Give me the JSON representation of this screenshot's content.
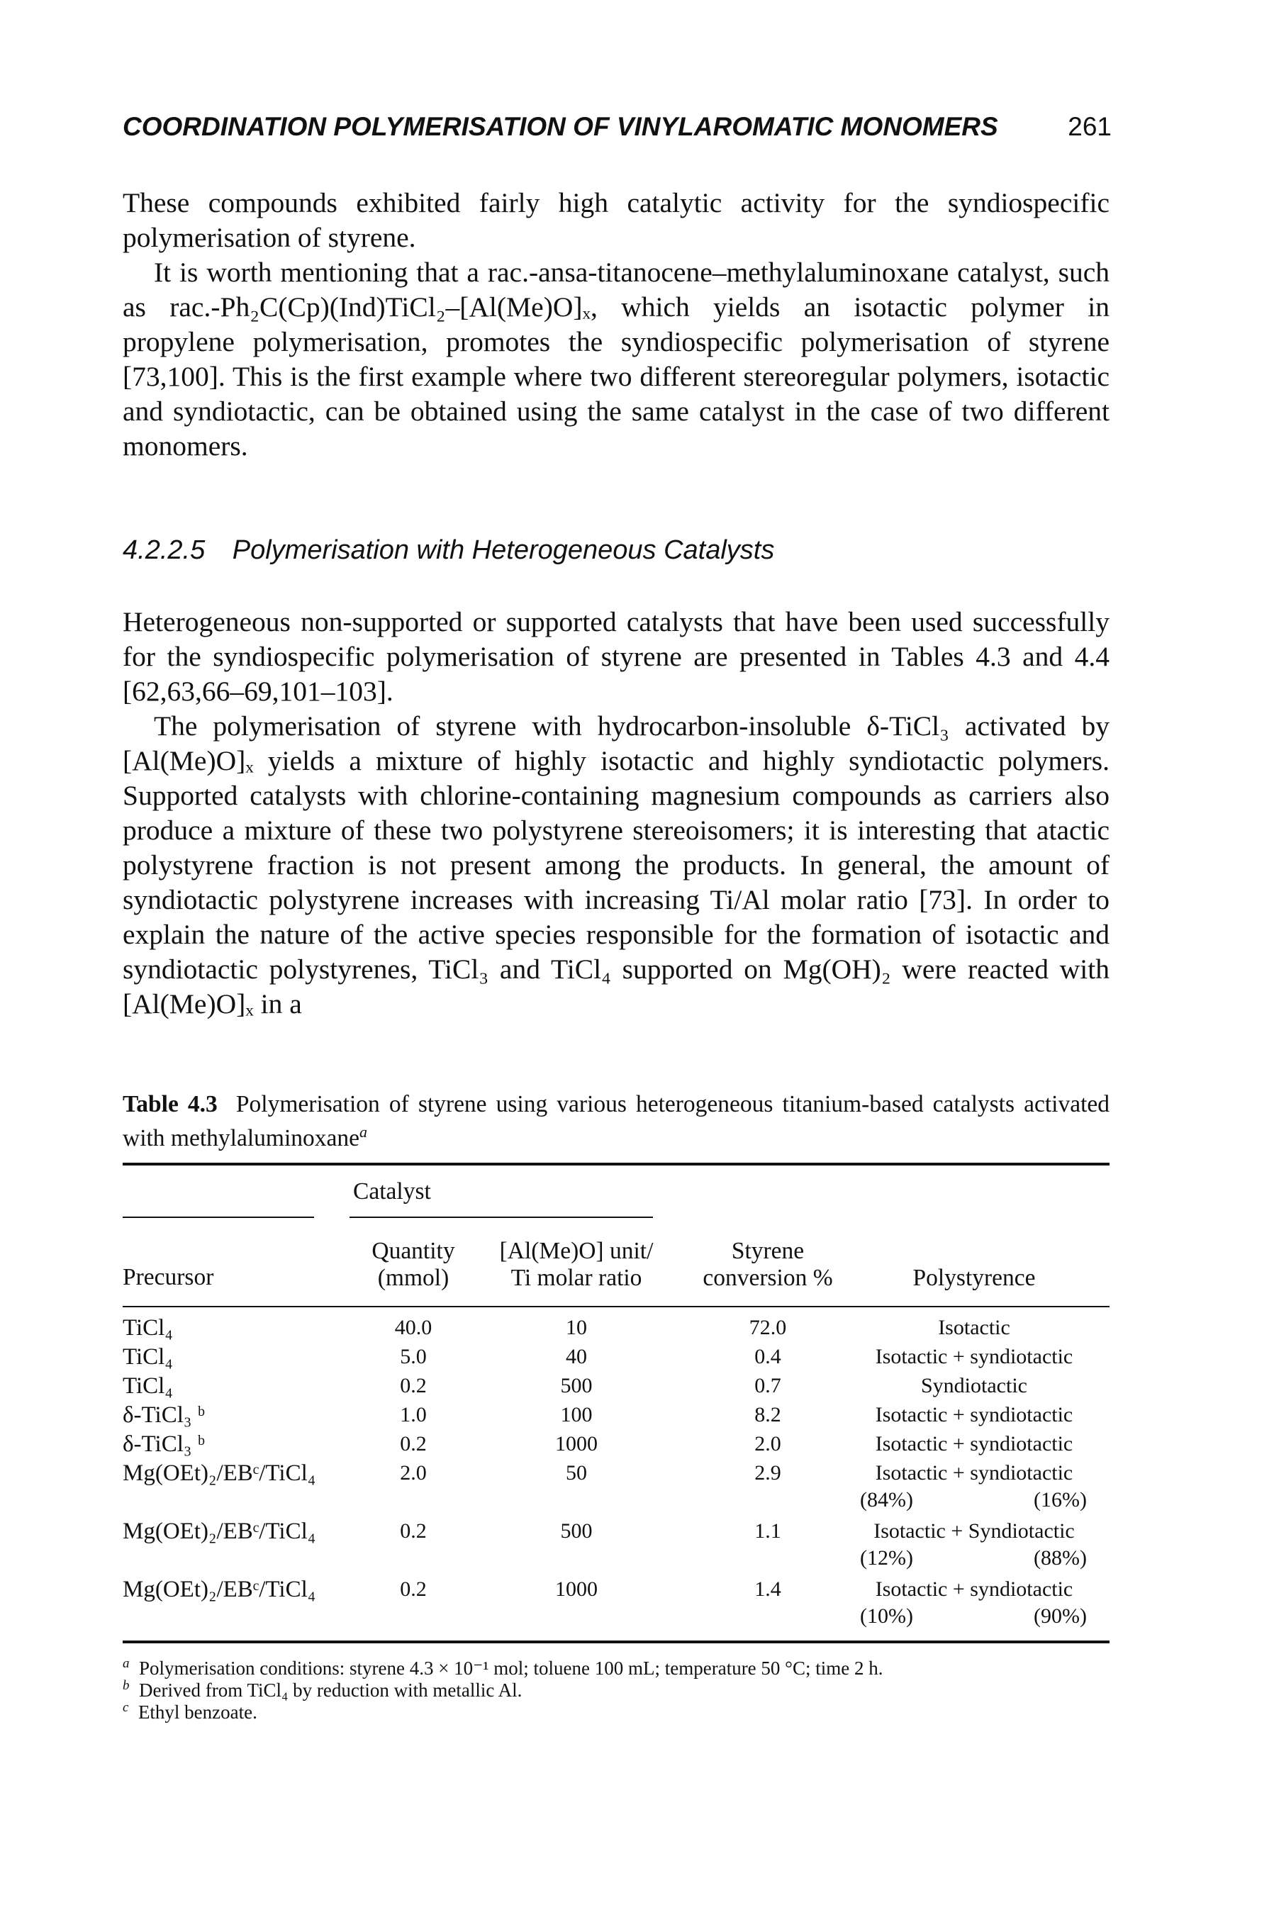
{
  "header": {
    "running_title": "COORDINATION POLYMERISATION OF VINYLAROMATIC MONOMERS",
    "page_number": "261"
  },
  "paragraphs": {
    "p1": "These compounds exhibited fairly high catalytic activity for the syndiospecific polymerisation of styrene.",
    "p2": "It is worth mentioning that a rac.-ansa-titanocene–methylaluminoxane catalyst, such as rac.-Ph₂C(Cp)(Ind)TiCl₂–[Al(Me)O]ₓ, which yields an isotactic polymer in propylene polymerisation, promotes the syndiospecific polymerisation of styrene [73,100]. This is the first example where two different stereoregular polymers, isotactic and syndiotactic, can be obtained using the same catalyst in the case of two different monomers.",
    "p3": "Heterogeneous non-supported or supported catalysts that have been used successfully for the syndiospecific polymerisation of styrene are presented in Tables 4.3 and 4.4 [62,63,66–69,101–103].",
    "p4": "The polymerisation of styrene with hydrocarbon-insoluble δ-TiCl₃ activated by [Al(Me)O]ₓ yields a mixture of highly isotactic and highly syndiotactic polymers. Supported catalysts with chlorine-containing magnesium compounds as carriers also produce a mixture of these two polystyrene stereoisomers; it is interesting that atactic polystyrene fraction is not present among the products. In general, the amount of syndiotactic polystyrene increases with increasing Ti/Al molar ratio [73]. In order to explain the nature of the active species responsible for the formation of isotactic and syndiotactic polystyrenes, TiCl₃ and TiCl₄ supported on Mg(OH)₂ were reacted with [Al(Me)O]ₓ in a"
  },
  "section": {
    "number": "4.2.2.5",
    "title": "Polymerisation with Heterogeneous Catalysts"
  },
  "table": {
    "label": "Table 4.3",
    "caption": "Polymerisation of styrene using various heterogeneous titanium-based catalysts activated with methylaluminoxane",
    "caption_note": "a",
    "group_header": "Catalyst",
    "columns": {
      "precursor": "Precursor",
      "quantity_1": "Quantity",
      "quantity_2": "(mmol)",
      "ratio_1": "[Al(Me)O] unit/",
      "ratio_2": "Ti molar ratio",
      "conv_1": "Styrene",
      "conv_2": "conversion %",
      "poly": "Polystyrence"
    },
    "rows": [
      {
        "precursor": "TiCl₄",
        "quantity": "40.0",
        "ratio": "10",
        "conversion": "72.0",
        "polystyrene": "Isotactic",
        "sub_left": "",
        "sub_right": ""
      },
      {
        "precursor": "TiCl₄",
        "quantity": "5.0",
        "ratio": "40",
        "conversion": "0.4",
        "polystyrene": "Isotactic + syndiotactic",
        "sub_left": "",
        "sub_right": ""
      },
      {
        "precursor": "TiCl₄",
        "quantity": "0.2",
        "ratio": "500",
        "conversion": "0.7",
        "polystyrene": "Syndiotactic",
        "sub_left": "",
        "sub_right": ""
      },
      {
        "precursor": "δ-TiCl₃ ᵇ",
        "quantity": "1.0",
        "ratio": "100",
        "conversion": "8.2",
        "polystyrene": "Isotactic + syndiotactic",
        "sub_left": "",
        "sub_right": ""
      },
      {
        "precursor": "δ-TiCl₃ ᵇ",
        "quantity": "0.2",
        "ratio": "1000",
        "conversion": "2.0",
        "polystyrene": "Isotactic + syndiotactic",
        "sub_left": "",
        "sub_right": ""
      },
      {
        "precursor": "Mg(OEt)₂/EBᶜ/TiCl₄",
        "quantity": "2.0",
        "ratio": "50",
        "conversion": "2.9",
        "polystyrene": "Isotactic + syndiotactic",
        "sub_left": "(84%)",
        "sub_right": "(16%)"
      },
      {
        "precursor": "Mg(OEt)₂/EBᶜ/TiCl₄",
        "quantity": "0.2",
        "ratio": "500",
        "conversion": "1.1",
        "polystyrene": "Isotactic + Syndiotactic",
        "sub_left": "(12%)",
        "sub_right": "(88%)"
      },
      {
        "precursor": "Mg(OEt)₂/EBᶜ/TiCl₄",
        "quantity": "0.2",
        "ratio": "1000",
        "conversion": "1.4",
        "polystyrene": "Isotactic  + syndiotactic",
        "sub_left": "(10%)",
        "sub_right": "(90%)"
      }
    ],
    "footnotes": [
      {
        "mark": "a",
        "text": "Polymerisation conditions: styrene 4.3 × 10⁻¹ mol; toluene 100 mL; temperature 50 °C; time 2 h."
      },
      {
        "mark": "b",
        "text": "Derived from TiCl₄ by reduction with metallic Al."
      },
      {
        "mark": "c",
        "text": "Ethyl benzoate."
      }
    ]
  }
}
